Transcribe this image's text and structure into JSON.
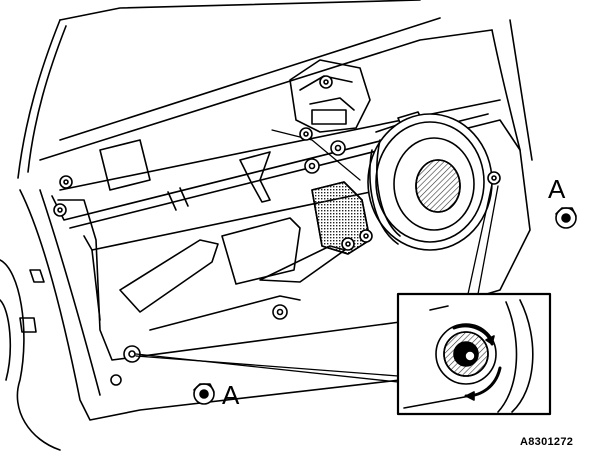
{
  "callouts": {
    "top_right": "A",
    "bottom_left": "A"
  },
  "figure_code": "A8301272",
  "colors": {
    "ink": "#000000",
    "hatch": "#666666",
    "background": "#ffffff"
  }
}
